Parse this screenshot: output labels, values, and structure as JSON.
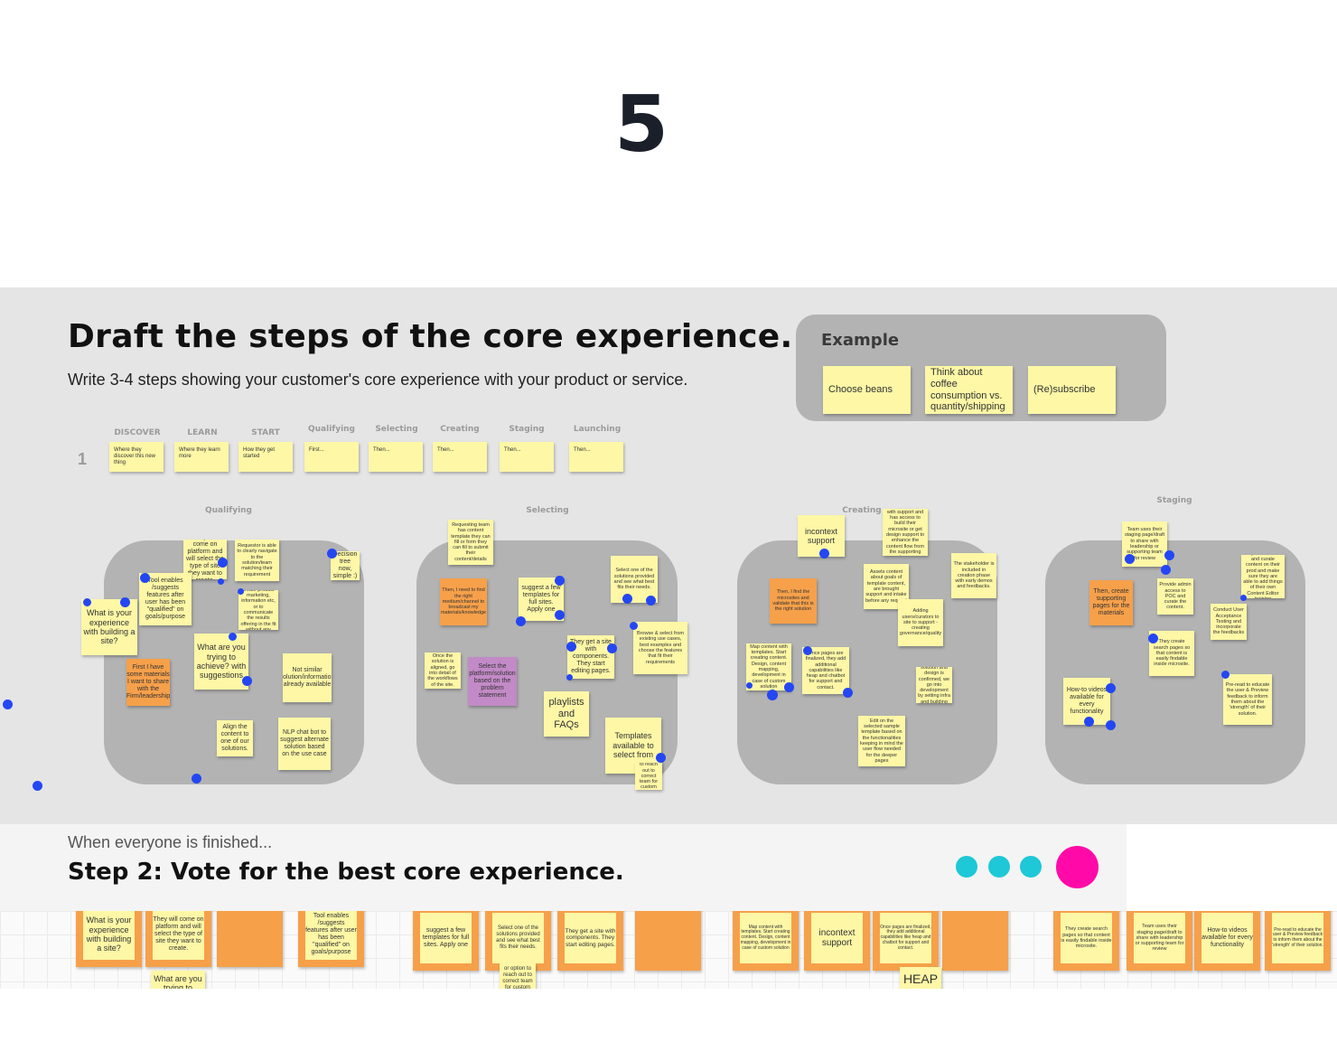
{
  "slide_number": "5",
  "board": {
    "heading": "Draft the steps of the core experience.",
    "subheading": "Write 3-4 steps showing your customer's core experience with your product or service.",
    "example": {
      "title": "Example",
      "notes": [
        "Choose beans",
        "Think about coffee consumption vs. quantity/shipping",
        "(Re)subscribe"
      ]
    },
    "journey": {
      "row_number": "1",
      "columns": [
        {
          "label": "DISCOVER",
          "note": "Where they discover this new thing"
        },
        {
          "label": "LEARN",
          "note": "Where they learn more"
        },
        {
          "label": "START",
          "note": "How they get started"
        },
        {
          "label": "Qualifying",
          "note": "First..."
        },
        {
          "label": "Selecting",
          "note": "Then..."
        },
        {
          "label": "Creating",
          "note": "Then..."
        },
        {
          "label": "Staging",
          "note": "Then..."
        },
        {
          "label": "Launching",
          "note": "Then..."
        }
      ]
    },
    "clusters": {
      "qualifying": {
        "label": "Qualifying",
        "notes": [
          "They will come on platform and will select the type of site they want to create.",
          "Requestor is able to clearly navigate to the solution/team matching their requirement",
          "Decision tree now, simple :)",
          "Tool enables /suggests features after user has been \"qualified\" on goals/purpose",
          "What is your experience with building a site?",
          "If the objective of the site is to create product marketing, information etc, or to communicate the results offering in the fit without any complicated ideas",
          "What are you trying to achieve? with suggestions",
          "First I have some materials I want to share with the Firm/leadership",
          "Not similar solution/information already available",
          "Align the content to one of our solutions.",
          "NLP chat bot to suggest alternate solution based on the use case"
        ]
      },
      "selecting": {
        "label": "Selecting",
        "notes": [
          "Requesting team has content template they can fill or form they can fill to submit their content/details",
          "Then, I need to find the right medium/channel to broadcast my materials/knowledge",
          "suggest a few templates for full sites. Apply one",
          "Select one of the solutions provided and see what best fits their needs.",
          "Browse & select from existing use cases, best examples and choose the features that fit their requirements",
          "Once the solution is aligned, go into detail of the workflows of the site.",
          "Select the platform/solution based on the problem statement",
          "They get a site with components. They start editing pages.",
          "playlists and FAQs",
          "Templates available to select from",
          "or option to reach out to correct team for custom solution"
        ]
      },
      "creating": {
        "label": "Creating",
        "notes": [
          "incontext support",
          "Team is in touch with support and has access to build their microsite or get design support to enhance the content flow from the supporting team",
          "The stakeholder is included in creation phase with early demos and feedbacks.",
          "Then, I find the microsites and validate that this is the right solution",
          "Assets content about goals of template content, are brought support and intake before any request",
          "Adding users/curators to site to support - creating governance/quality",
          "Map content with templates. Start creating content. Design, content mapping, development in case of custom solution",
          "Once pages are finalized, they add additional capabilities like heap and chatbot for support and contact.",
          "Once the solution and design is confirmed, we go into development by setting infra and building the site.",
          "Edit on the selected sample template based on the functionalities keeping in mind the user flow needed for the deeper pages"
        ]
      },
      "staging": {
        "label": "Staging",
        "notes": [
          "Team uses their staging page/draft to share with leadership or supporting team for review",
          "Help them create and curate content on their prod and make sure they are able to add things of their own Content Editor training",
          "Then, create supporting pages for the materials",
          "Provide admin access to POC and curate the content.",
          "Conduct User Acceptance Testing and incorporate the feedbacks",
          "They create search pages so that content is easily findable inside microsite.",
          "How-to videos available for every functionality",
          "Pre-read to educate the user & Preview feedback to inform them about the 'strength' of their solution."
        ]
      }
    }
  },
  "step2": {
    "when": "When everyone is finished...",
    "title": "Step 2: Vote for the best core experience.",
    "vote_colors": [
      "#1ec8d6",
      "#1ec8d6",
      "#1ec8d6",
      "#ff0aa8"
    ]
  },
  "voting": {
    "qualifying": [
      "What is your experience with building a site?",
      "They will come on platform and will select the type of site they want to create.",
      "",
      "Tool enables /suggests features after user has been \"qualified\" on goals/purpose"
    ],
    "qualifying_extra": "What are you trying to",
    "selecting": [
      "suggest a few templates for full sites. Apply one",
      "Select one of the solutions provided and see what best fits their needs.",
      "They get a site with components. They start editing pages.",
      ""
    ],
    "selecting_extra": "or option to reach out to correct team for custom",
    "creating": [
      "Map content with templates. Start creating content. Design, content mapping, development in case of custom solution",
      "incontext support",
      "Once pages are finalized, they add additional capabilities like heap and chatbot for support and contact.",
      ""
    ],
    "creating_extra": "HEAP",
    "staging": [
      "They create search pages so that content is easily findable inside microsite.",
      "Team uses their staging page/draft to share with leadership or supporting team for review",
      "How-to videos available for every functionality",
      "Pre-read to educate the user & Preview feedback to inform them about the 'strength' of their solution."
    ]
  }
}
